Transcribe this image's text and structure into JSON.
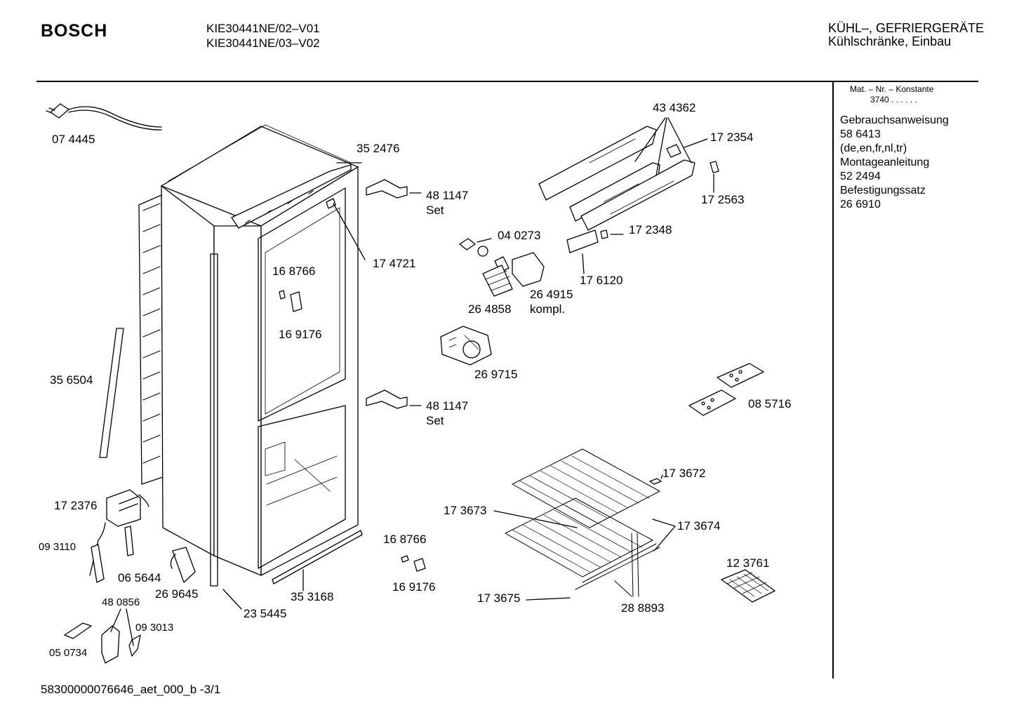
{
  "header": {
    "brand": "BOSCH",
    "models": [
      "KIE30441NE/02–V01",
      "KIE30441NE/03–V02"
    ],
    "category": [
      "KÜHL–, GEFRIERGERÄTE",
      "Kühlschränke, Einbau"
    ]
  },
  "sidebar": {
    "mat_header": "Mat. – Nr. – Konstante",
    "mat_value": "3740 .  .  .  .  .  .",
    "items": [
      "Gebrauchsanweisung",
      "58 6413",
      "(de,en,fr,nl,tr)",
      "Montageanleitung",
      "52 2494",
      "Befestigungssatz",
      "26 6910"
    ]
  },
  "labels": {
    "p074445": "07 4445",
    "p352476": "35 2476",
    "p481147a": "48 1147",
    "set_a": "Set",
    "p174721": "17 4721",
    "p168766a": "16 8766",
    "p169176a": "16 9176",
    "p356504": "35 6504",
    "p481147b": "48 1147",
    "set_b": "Set",
    "p172376": "17 2376",
    "p093110": "09 3110",
    "p065644": "06 5644",
    "p269645": "26 9645",
    "p235445": "23 5445",
    "p353168": "35 3168",
    "p168766b": "16 8766",
    "p169176b": "16 9176",
    "p480856": "48 0856",
    "p093013": "09 3013",
    "p050734": "05 0734",
    "p434362": "43 4362",
    "p172354": "17 2354",
    "p172563": "17 2563",
    "p040273": "04 0273",
    "p172348": "17 2348",
    "p176120": "17 6120",
    "p264915": "26 4915",
    "kompl": "kompl.",
    "p264858": "26 4858",
    "p269715": "26 9715",
    "p085716": "08 5716",
    "p173672": "17 3672",
    "p173673": "17 3673",
    "p173674": "17 3674",
    "p123761": "12 3761",
    "p173675": "17 3675",
    "p288893": "28 8893"
  },
  "footer": {
    "doc_id": "58300000076646_aet_000_b  -3/1"
  }
}
